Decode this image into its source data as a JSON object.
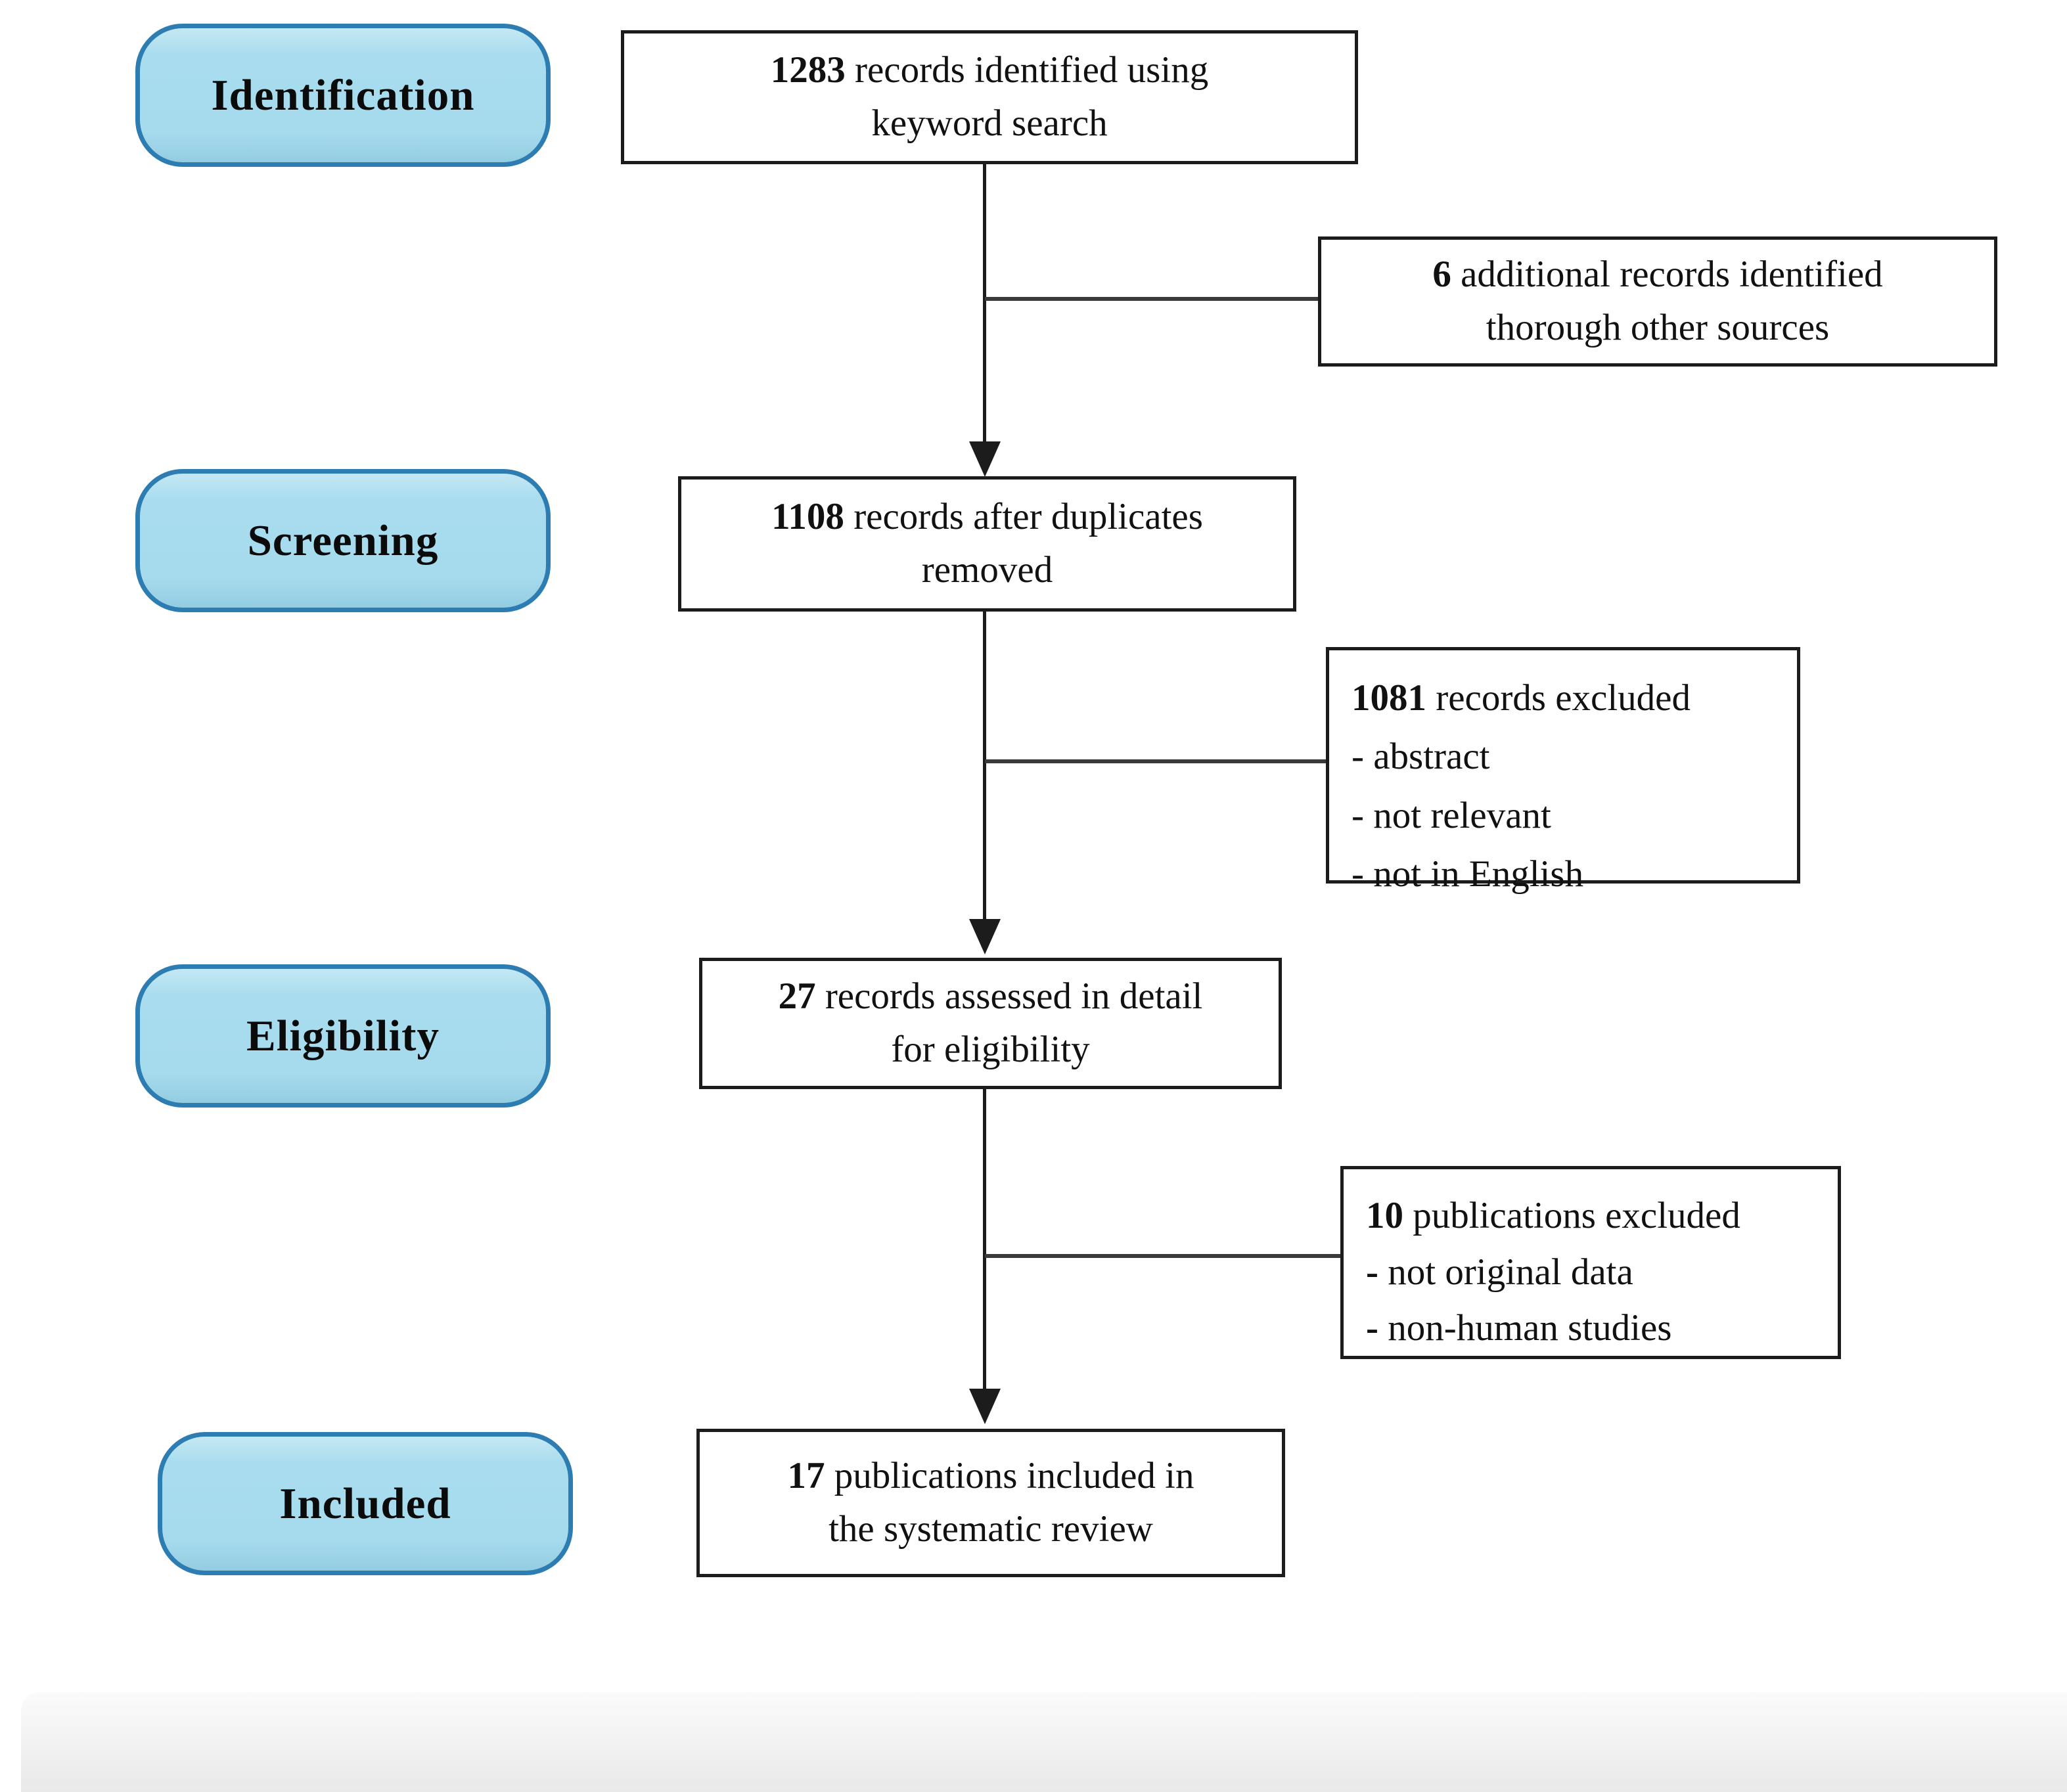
{
  "diagram_title": "PRISMA flow diagram",
  "stages": [
    {
      "label": "Identification"
    },
    {
      "label": "Screening"
    },
    {
      "label": "Eligibility"
    },
    {
      "label": "Included"
    }
  ],
  "center_boxes": [
    {
      "number": "1283",
      "line1": " records identified using",
      "line2": "keyword search"
    },
    {
      "number": "1108",
      "line1": " records after duplicates",
      "line2": "removed"
    },
    {
      "number": "27",
      "line1": " records assessed in detail",
      "line2": "for eligibility"
    },
    {
      "number": "17",
      "line1": " publications included in",
      "line2": "the systematic review"
    }
  ],
  "right_boxes": [
    {
      "number": "6",
      "line1": " additional records identified",
      "line2": "thorough other sources"
    },
    {
      "number": "1081",
      "line1": " records excluded",
      "items": [
        "- abstract",
        "- not relevant",
        "- not in English"
      ]
    },
    {
      "number": "10",
      "line1": " publications excluded",
      "items": [
        "- not original data",
        "- non-human studies"
      ]
    }
  ],
  "colors": {
    "pill_fill": "#a6daed",
    "pill_border": "#2d7cb2",
    "box_border": "#1c1c1c",
    "line": "#3a3a3a",
    "text": "#111111",
    "background": "#ffffff",
    "footer_band": "#eeeeee"
  }
}
